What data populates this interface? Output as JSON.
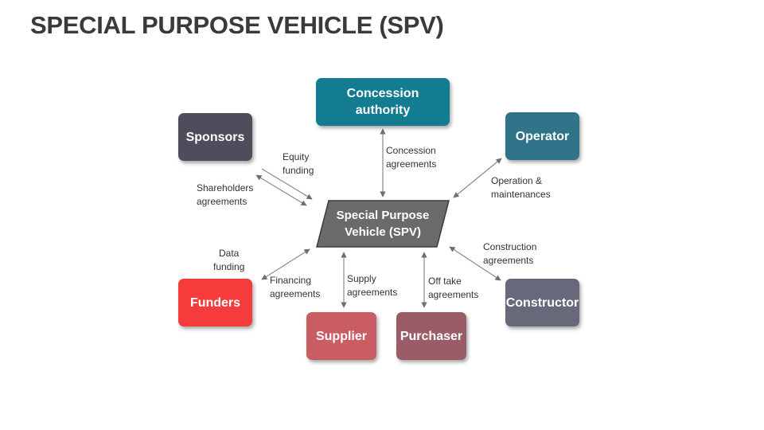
{
  "title": "SPECIAL PURPOSE VEHICLE (SPV)",
  "center": {
    "label": "Special Purpose\nVehicle (SPV)",
    "color": "#6a6a6a"
  },
  "nodes": {
    "concession_authority": {
      "label": "Concession\nauthority",
      "color": "#137c91"
    },
    "sponsors": {
      "label": "Sponsors",
      "color": "#4f4d5c"
    },
    "operator": {
      "label": "Operator",
      "color": "#2f7489"
    },
    "funders": {
      "label": "Funders",
      "color": "#f63b3b"
    },
    "supplier": {
      "label": "Supplier",
      "color": "#c95d63"
    },
    "purchaser": {
      "label": "Purchaser",
      "color": "#9a5d68"
    },
    "constructor": {
      "label": "Constructor",
      "color": "#676879"
    }
  },
  "edges": {
    "concession": "Concession\nagreements",
    "equity": "Equity\nfunding",
    "shareholders": "Shareholders\nagreements",
    "operation": "Operation &\nmaintenances",
    "data_funding": "Data\nfunding",
    "financing": "Financing\nagreements",
    "supply": "Supply\nagreements",
    "offtake": "Off take\nagreements",
    "construction": "Construction\nagreements"
  }
}
